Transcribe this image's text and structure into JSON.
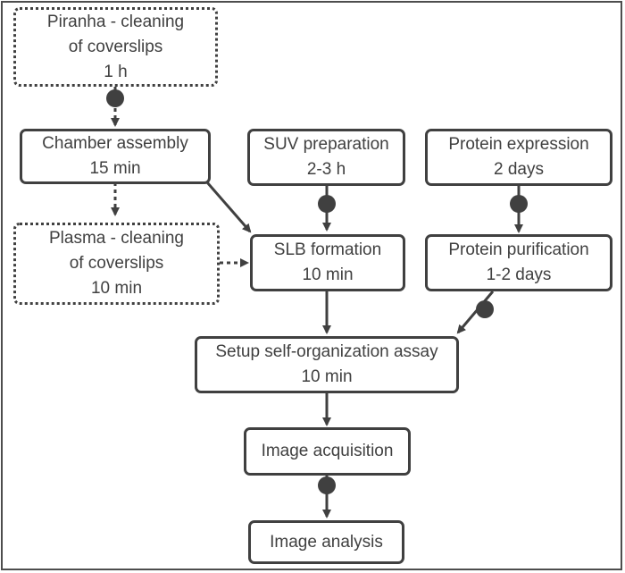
{
  "nodes": {
    "piranha": {
      "line1": "Piranha - cleaning",
      "line2": "of coverslips",
      "line3": "1 h"
    },
    "chamber": {
      "line1": "Chamber assembly",
      "line2": "15 min"
    },
    "suv": {
      "line1": "SUV preparation",
      "line2": "2-3 h"
    },
    "protein_expr": {
      "line1": "Protein expression",
      "line2": "2 days"
    },
    "plasma": {
      "line1": "Plasma - cleaning",
      "line2": "of coverslips",
      "line3": "10 min"
    },
    "slb": {
      "line1": "SLB formation",
      "line2": "10 min"
    },
    "protein_pur": {
      "line1": "Protein purification",
      "line2": "1-2 days"
    },
    "setup": {
      "line1": "Setup self-organization assay",
      "line2": "10 min"
    },
    "acquisition": {
      "line1": "Image acquisition"
    },
    "analysis": {
      "line1": "Image analysis"
    }
  }
}
